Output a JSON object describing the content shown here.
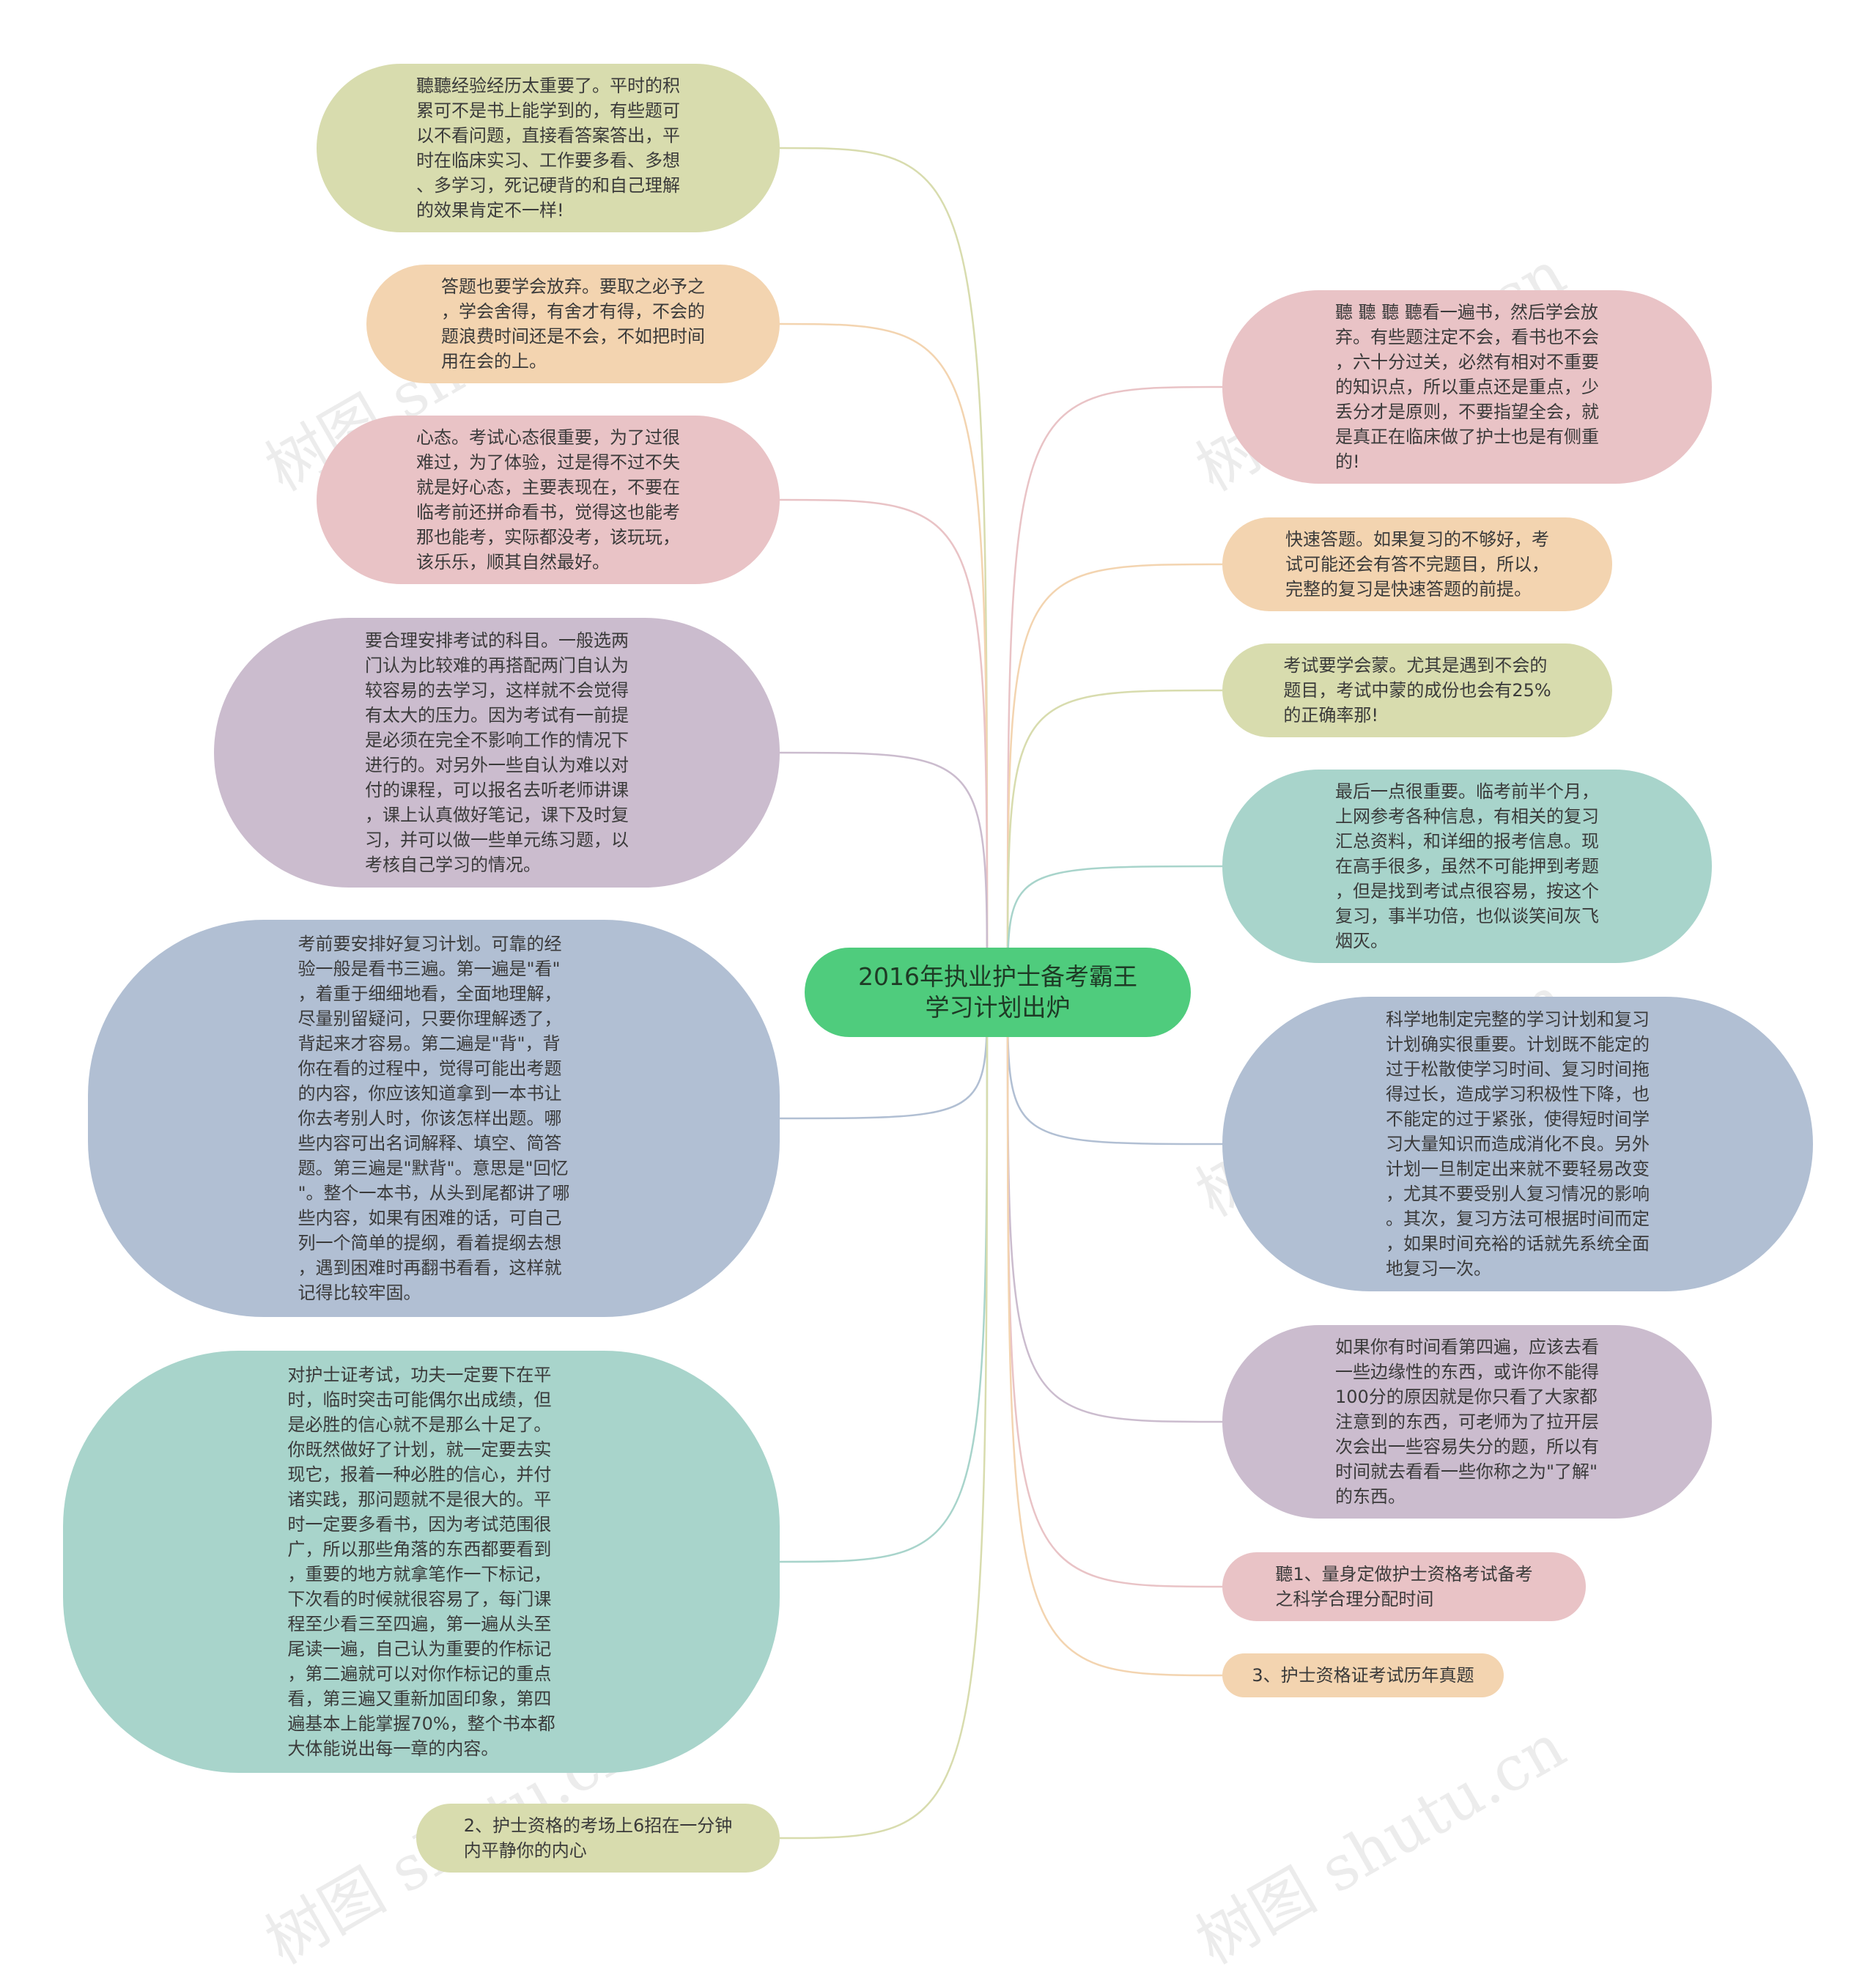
{
  "colors": {
    "green_light": "#d8dcae",
    "orange_light": "#f3d4b0",
    "pink_light": "#e9c3c6",
    "purple_light": "#cbbcce",
    "blue_light": "#b1bfd3",
    "teal_light": "#a8d4cb",
    "center": "#4fcc7d"
  },
  "center": {
    "text": "2016年执业护士备考霸王\n学习计划出炉"
  },
  "left_nodes": [
    {
      "text": " 聽聽经验经历太重要了。平时的积\n累可不是书上能学到的，有些题可\n以不看问题，直接看答案答出，平\n时在临床实习、工作要多看、多想\n、多学习，死记硬背的和自己理解\n的效果肯定不一样!"
    },
    {
      "text": "答题也要学会放弃。要取之必予之\n，学会舍得，有舍才有得，不会的\n题浪费时间还是不会，不如把时间\n用在会的上。"
    },
    {
      "text": "心态。考试心态很重要，为了过很\n难过，为了体验，过是得不过不失\n就是好心态，主要表现在，不要在\n临考前还拼命看书，觉得这也能考\n那也能考，实际都没考，该玩玩，\n该乐乐，顺其自然最好。"
    },
    {
      "text": "要合理安排考试的科目。一般选两\n门认为比较难的再搭配两门自认为\n较容易的去学习，这样就不会觉得\n有太大的压力。因为考试有一前提\n是必须在完全不影响工作的情况下\n进行的。对另外一些自认为难以对\n付的课程，可以报名去听老师讲课\n，课上认真做好笔记，课下及时复\n习，并可以做一些单元练习题，以\n考核自己学习的情况。"
    },
    {
      "text": "考前要安排好复习计划。可靠的经\n验一般是看书三遍。第一遍是\"看\"\n，着重于细细地看，全面地理解，\n尽量别留疑问，只要你理解透了，\n背起来才容易。第二遍是\"背\"，背\n你在看的过程中，觉得可能出考题\n的内容，你应该知道拿到一本书让\n你去考别人时，你该怎样出题。哪\n些内容可出名词解释、填空、简答\n题。第三遍是\"默背\"。意思是\"回忆\n\"。整个一本书，从头到尾都讲了哪\n些内容，如果有困难的话，可自己\n列一个简单的提纲，看着提纲去想\n，遇到困难时再翻书看看，这样就\n记得比较牢固。"
    },
    {
      "text": "对护士证考试，功夫一定要下在平\n时，临时突击可能偶尔出成绩，但\n是必胜的信心就不是那么十足了。\n你既然做好了计划，就一定要去实\n现它，报着一种必胜的信心，并付\n诸实践，那问题就不是很大的。平\n时一定要多看书，因为考试范围很\n广，所以那些角落的东西都要看到\n，重要的地方就拿笔作一下标记，\n下次看的时候就很容易了，每门课\n程至少看三至四遍，第一遍从头至\n尾读一遍，自己认为重要的作标记\n，第二遍就可以对你作标记的重点\n看，第三遍又重新加固印象，第四\n遍基本上能掌握70%，整个书本都\n大体能说出每一章的内容。"
    },
    {
      "text": "2、护士资格的考场上6招在一分钟\n内平静你的内心"
    }
  ],
  "right_nodes": [
    {
      "text": "聽 聽 聽 聽看一遍书，然后学会放\n弃。有些题注定不会，看书也不会\n，六十分过关，必然有相对不重要\n的知识点，所以重点还是重点，少\n丢分才是原则，不要指望全会，就\n是真正在临床做了护士也是有侧重\n的!"
    },
    {
      "text": "快速答题。如果复习的不够好，考\n试可能还会有答不完题目，所以，\n完整的复习是快速答题的前提。"
    },
    {
      "text": "考试要学会蒙。尤其是遇到不会的\n题目，考试中蒙的成份也会有25%\n的正确率那!"
    },
    {
      "text": "最后一点很重要。临考前半个月，\n上网参考各种信息，有相关的复习\n汇总资料，和详细的报考信息。现\n在高手很多，虽然不可能押到考题\n，但是找到考试点很容易，按这个\n复习，事半功倍，也似谈笑间灰飞\n烟灭。"
    },
    {
      "text": "科学地制定完整的学习计划和复习\n计划确实很重要。计划既不能定的\n过于松散使学习时间、复习时间拖\n得过长，造成学习积极性下降，也\n不能定的过于紧张，使得短时间学\n习大量知识而造成消化不良。另外\n计划一旦制定出来就不要轻易改变\n，尤其不要受别人复习情况的影响\n。其次，复习方法可根据时间而定\n，如果时间充裕的话就先系统全面\n地复习一次。"
    },
    {
      "text": "如果你有时间看第四遍，应该去看\n一些边缘性的东西，或许你不能得\n100分的原因就是你只看了大家都\n注意到的东西，可老师为了拉开层\n次会出一些容易失分的题，所以有\n时间就去看看一些你称之为\"了解\"\n的东西。"
    },
    {
      "text": " 聽1、量身定做护士资格考试备考\n之科学合理分配时间"
    },
    {
      "text": "3、护士资格证考试历年真题"
    }
  ]
}
